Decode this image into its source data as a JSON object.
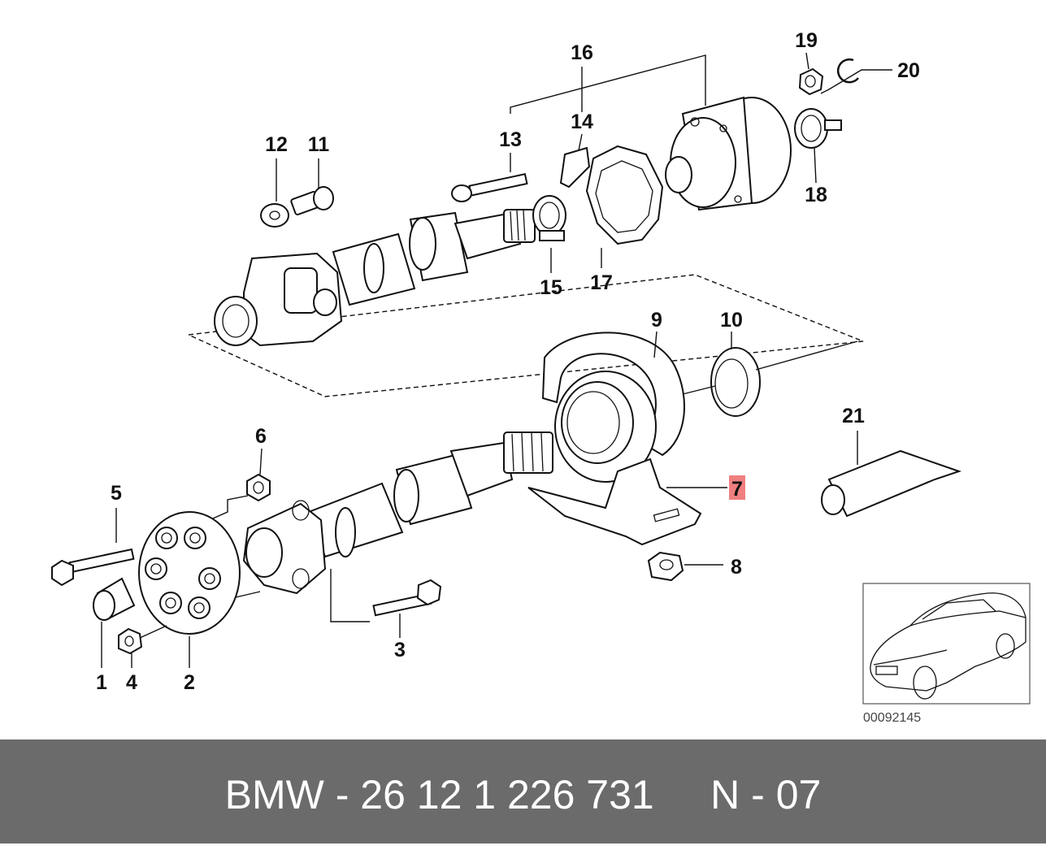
{
  "diagram": {
    "callouts": {
      "c1": "1",
      "c2": "2",
      "c3": "3",
      "c4": "4",
      "c5": "5",
      "c6": "6",
      "c7": "7",
      "c8": "8",
      "c9": "9",
      "c10": "10",
      "c11": "11",
      "c12": "12",
      "c13": "13",
      "c14": "14",
      "c15": "15",
      "c16": "16",
      "c17": "17",
      "c18": "18",
      "c19": "19",
      "c20": "20",
      "c21": "21"
    },
    "highlighted_callout": "7",
    "highlight_color": "#f08080",
    "reference_number": "00092145"
  },
  "footer": {
    "text": "BMW - 26 12 1 226 731     N - 07",
    "background": "#6b6b6b"
  }
}
